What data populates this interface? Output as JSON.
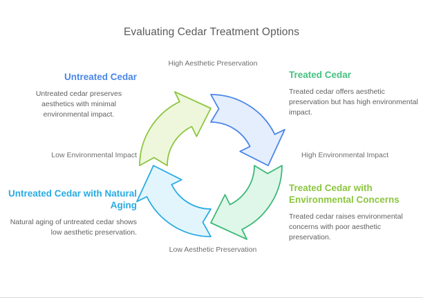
{
  "slide": {
    "title": "Evaluating Cedar Treatment Options"
  },
  "axes": {
    "top": "High Aesthetic Preservation",
    "bottom": "Low Aesthetic Preservation",
    "left": "Low Environmental Impact",
    "right": "High Environmental Impact"
  },
  "quadrants": [
    {
      "id": "top-left",
      "title": "Untreated Cedar",
      "body": "Untreated cedar preserves aesthetics with minimal environmental impact.",
      "title_color": "#4a86e8",
      "arrow_fill": "#eef7dc",
      "arrow_stroke": "#8cc63f"
    },
    {
      "id": "top-right",
      "title": "Treated Cedar",
      "body": "Treated cedar offers aesthetic preservation but has high environmental impact.",
      "title_color": "#45c281",
      "arrow_fill": "#e4eefc",
      "arrow_stroke": "#4a86e8"
    },
    {
      "id": "bottom-left",
      "title": "Untreated Cedar with Natural Aging",
      "body": "Natural aging of untreated cedar shows low aesthetic preservation.",
      "title_color": "#29abe2",
      "arrow_fill": "#e2f5fd",
      "arrow_stroke": "#29abe2"
    },
    {
      "id": "bottom-right",
      "title": "Treated Cedar with Environmental Concerns",
      "body": "Treated cedar raises environmental concerns with poor aesthetic preservation.",
      "title_color": "#8cc63f",
      "arrow_fill": "#dff7e8",
      "arrow_stroke": "#3cb878"
    }
  ],
  "chart_data": {
    "type": "diagram",
    "diagram_type": "cyclic-arrow-quadrant",
    "title": "Evaluating Cedar Treatment Options",
    "direction": "clockwise",
    "segment_count": 4,
    "axis_labels": {
      "north": "High Aesthetic Preservation",
      "south": "Low Aesthetic Preservation",
      "west": "Low Environmental Impact",
      "east": "High Environmental Impact"
    },
    "segments": [
      {
        "position": "top-left",
        "label": "Untreated Cedar",
        "description": "Untreated cedar preserves aesthetics with minimal environmental impact.",
        "aesthetic_preservation": "High",
        "environmental_impact": "Low",
        "color": "#8cc63f"
      },
      {
        "position": "top-right",
        "label": "Treated Cedar",
        "description": "Treated cedar offers aesthetic preservation but has high environmental impact.",
        "aesthetic_preservation": "High",
        "environmental_impact": "High",
        "color": "#4a86e8"
      },
      {
        "position": "bottom-right",
        "label": "Treated Cedar with Environmental Concerns",
        "description": "Treated cedar raises environmental concerns with poor aesthetic preservation.",
        "aesthetic_preservation": "Low",
        "environmental_impact": "High",
        "color": "#3cb878"
      },
      {
        "position": "bottom-left",
        "label": "Untreated Cedar with Natural Aging",
        "description": "Natural aging of untreated cedar shows low aesthetic preservation.",
        "aesthetic_preservation": "Low",
        "environmental_impact": "Low",
        "color": "#29abe2"
      }
    ]
  }
}
